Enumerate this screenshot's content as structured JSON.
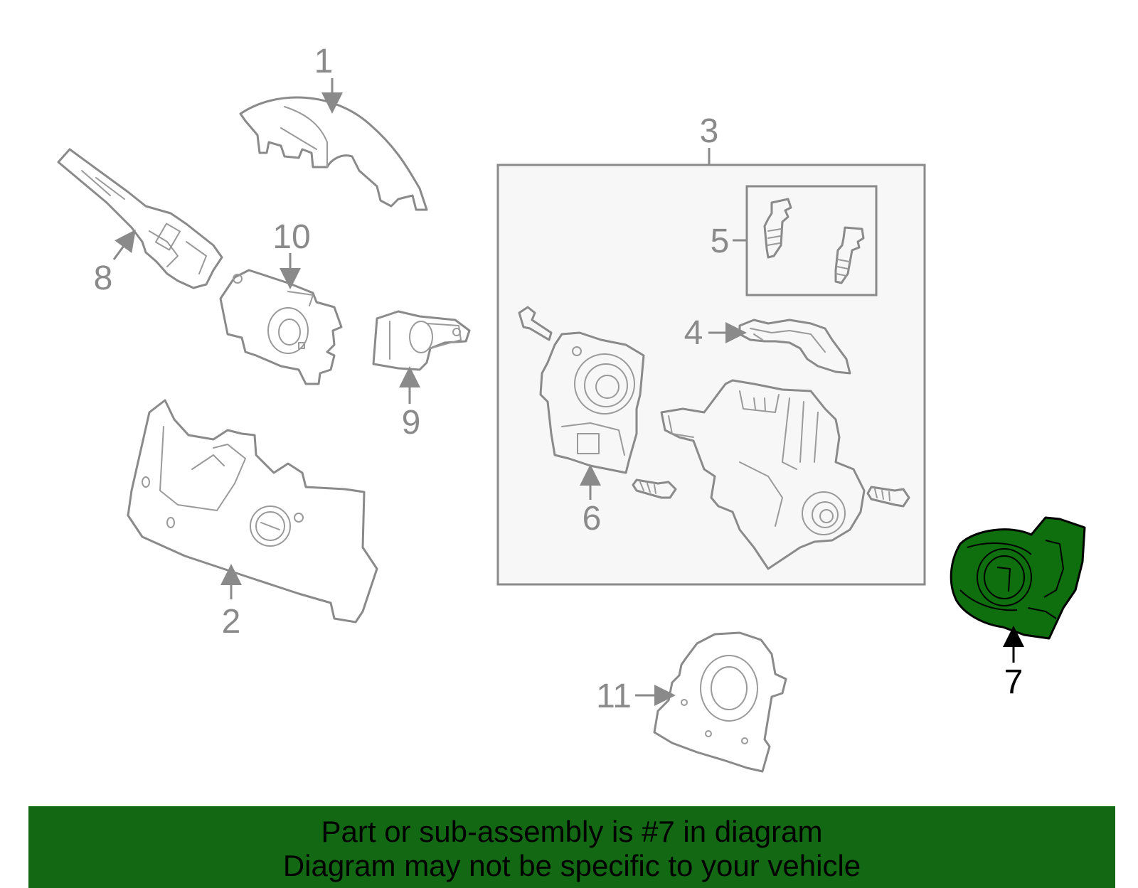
{
  "callouts": {
    "c1": "1",
    "c2": "2",
    "c3": "3",
    "c4": "4",
    "c5": "5",
    "c6": "6",
    "c7": "7",
    "c8": "8",
    "c9": "9",
    "c10": "10",
    "c11": "11"
  },
  "highlighted_part": "7",
  "colors": {
    "highlight_fill": "#0f6f0f",
    "banner_bg": "#136813",
    "line_gray": "#8a8a8a"
  },
  "banner": {
    "line1": "Part or sub-assembly is #7 in diagram",
    "line2": "Diagram may not be specific to your vehicle"
  }
}
